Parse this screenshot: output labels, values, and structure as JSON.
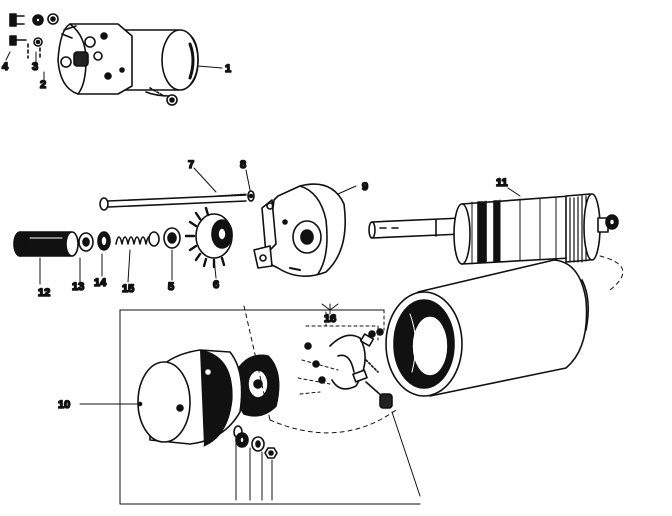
{
  "diagram": {
    "ink_color": "#111111",
    "shade_color": "#222222",
    "callouts": [
      {
        "id": "c1",
        "label": "1"
      },
      {
        "id": "c2",
        "label": "2"
      },
      {
        "id": "c3",
        "label": "3"
      },
      {
        "id": "c4",
        "label": "4"
      },
      {
        "id": "c5",
        "label": "5"
      },
      {
        "id": "c6",
        "label": "6"
      },
      {
        "id": "c7",
        "label": "7"
      },
      {
        "id": "c8",
        "label": "8"
      },
      {
        "id": "c9",
        "label": "9"
      },
      {
        "id": "c10",
        "label": "10"
      },
      {
        "id": "c11",
        "label": "11"
      },
      {
        "id": "c12",
        "label": "12"
      },
      {
        "id": "c13",
        "label": "13"
      },
      {
        "id": "c14",
        "label": "14"
      },
      {
        "id": "c15",
        "label": "15"
      },
      {
        "id": "c16",
        "label": "16"
      }
    ]
  }
}
